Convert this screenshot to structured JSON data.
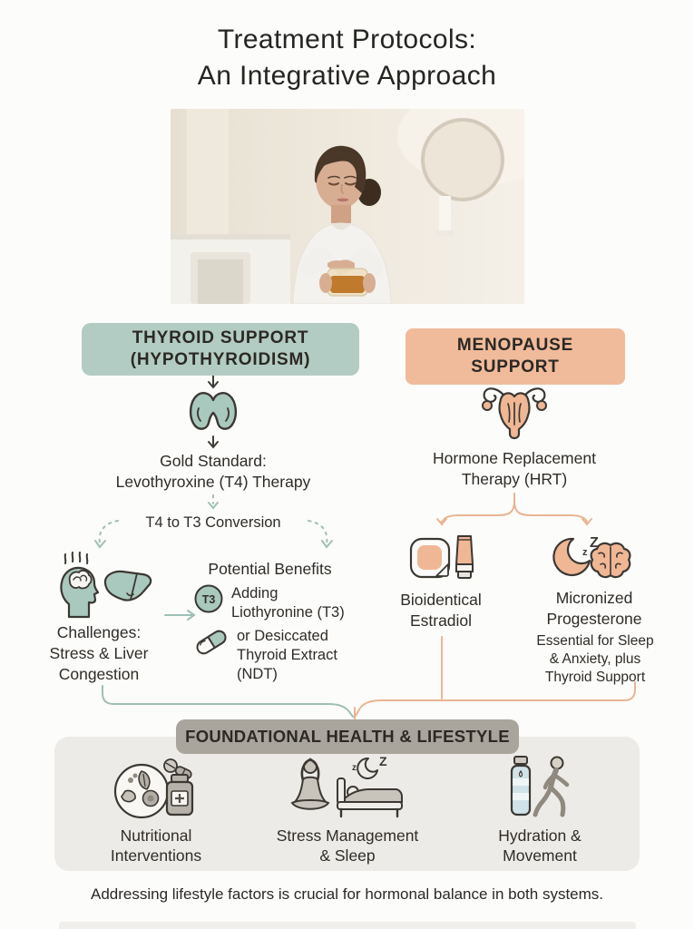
{
  "title": "Treatment Protocols:\nAn Integrative Approach",
  "colors": {
    "sage_badge": "#b3ccc3",
    "sage_icon": "#a9c8be",
    "sage_line": "#9fbfb6",
    "peach_badge": "#f0bb9b",
    "peach_icon": "#f0b795",
    "peach_line": "#e9b593",
    "foundation_badge": "#a9a59c",
    "panel": "#edebe7",
    "text": "#2f2c28"
  },
  "thyroid": {
    "badge": "THYROID SUPPORT\n(HYPOTHYROIDISM)",
    "gold_standard": "Gold Standard:\nLevothyroxine (T4) Therapy",
    "conversion": "T4 to T3 Conversion",
    "challenges": "Challenges:\nStress & Liver\nCongestion",
    "benefits_title": "Potential Benefits",
    "t3_badge": "T3",
    "benefit_t3": "Adding\nLiothyronine (T3)",
    "benefit_ndt": "or Desiccated\nThyroid Extract\n(NDT)"
  },
  "menopause": {
    "badge": "MENOPAUSE SUPPORT",
    "hrt": "Hormone Replacement\nTherapy (HRT)",
    "estradiol": "Bioidentical\nEstradiol",
    "progesterone": "Micronized\nProgesterone",
    "progesterone_note": "Essential for Sleep\n& Anxiety, plus\nThyroid Support"
  },
  "foundation": {
    "badge": "FOUNDATIONAL HEALTH & LIFESTYLE",
    "items": [
      {
        "icon": "nutrition-icon",
        "label": "Nutritional\nInterventions"
      },
      {
        "icon": "yoga-sleep-icon",
        "label": "Stress Management\n& Sleep"
      },
      {
        "icon": "hydration-walk-icon",
        "label": "Hydration &\nMovement"
      }
    ],
    "caption": "Addressing lifestyle factors is crucial for hormonal balance in both systems."
  },
  "icons_text": {
    "z_small": "z",
    "z_large": "Z"
  },
  "icons": [
    "thyroid-gland-icon",
    "uterus-icon",
    "head-brain-icon",
    "liver-icon",
    "t3-circle-icon",
    "capsule-icon",
    "patch-icon",
    "cream-tube-icon",
    "moon-zz-icon",
    "brain-icon",
    "nutrition-icon",
    "yoga-sleep-icon",
    "hydration-walk-icon"
  ]
}
